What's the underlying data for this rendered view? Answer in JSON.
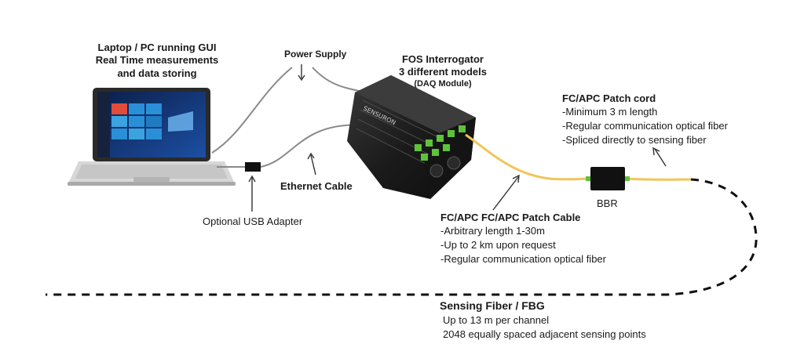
{
  "laptop": {
    "title_lines": [
      "Laptop / PC running GUI",
      "Real Time measurements",
      "and data storing"
    ],
    "icon": "laptop-icon"
  },
  "power_supply": {
    "label": "Power Supply"
  },
  "interrogator": {
    "title_lines": [
      "FOS Interrogator",
      "3 different models"
    ],
    "module": "(DAQ Module)",
    "brand": "SENSURON"
  },
  "patch_cord": {
    "title": "FC/APC Patch cord",
    "details": [
      "-Minimum 3 m length",
      "-Regular communication optical fiber",
      "-Spliced directly to sensing fiber"
    ]
  },
  "ethernet": {
    "label": "Ethernet Cable"
  },
  "usb_adapter": {
    "label": "Optional USB Adapter"
  },
  "bbr": {
    "label": "BBR"
  },
  "patch_cable": {
    "title": "FC/APC FC/APC Patch Cable",
    "details": [
      "-Arbitrary length 1-30m",
      "-Up to 2 km upon request",
      "-Regular communication optical fiber"
    ]
  },
  "sensing_fiber": {
    "title": "Sensing Fiber / FBG",
    "details": [
      "Up to 13 m per channel",
      "2048 equally spaced adjacent sensing points"
    ]
  },
  "colors": {
    "fiber_yellow": "#f2c45a",
    "connector_green": "#5ec23a",
    "device_body": "#1b1b1b",
    "cable_gray": "#8a8a8a"
  }
}
